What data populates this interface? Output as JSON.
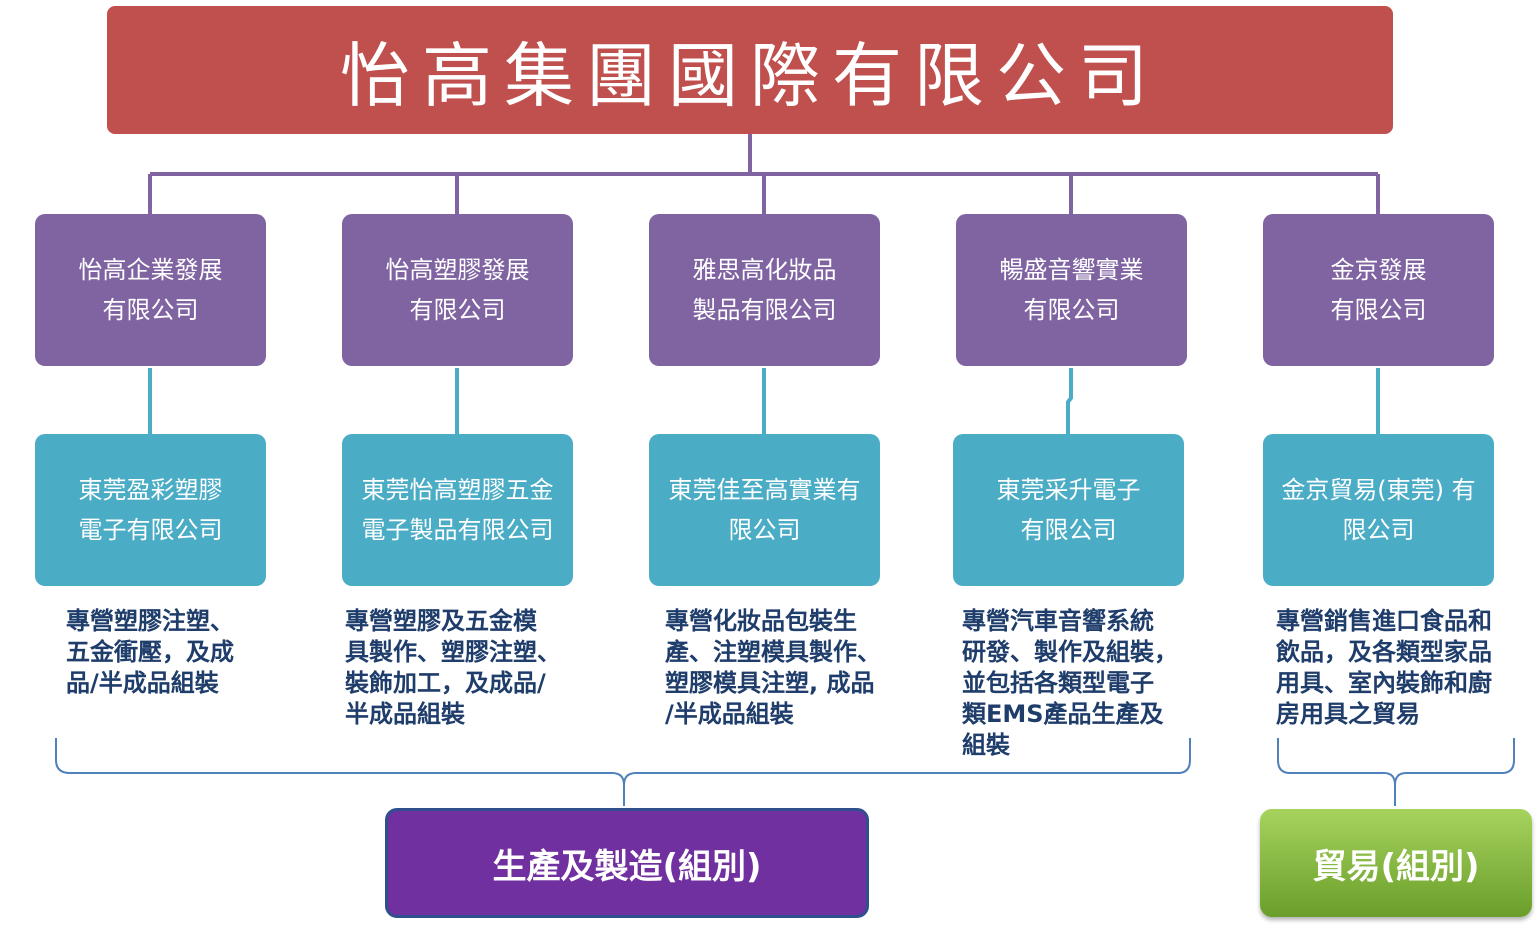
{
  "title": "怡高集團國際有限公司",
  "companies": [
    {
      "line1": "怡高企業發展",
      "line2": "有限公司"
    },
    {
      "line1": "怡高塑膠發展",
      "line2": "有限公司"
    },
    {
      "line1": "雅思高化妝品",
      "line2": "製品有限公司"
    },
    {
      "line1": "暢盛音響實業",
      "line2": "有限公司"
    },
    {
      "line1": "金京發展",
      "line2": "有限公司"
    }
  ],
  "subsidiaries": [
    {
      "line1": "東莞盈彩塑膠",
      "line2": "電子有限公司"
    },
    {
      "line1": "東莞怡高塑膠五金",
      "line2": "電子製品有限公司"
    },
    {
      "line1": "東莞佳至高實業有",
      "line2": "限公司"
    },
    {
      "line1": "東莞采升電子",
      "line2": "有限公司"
    },
    {
      "line1": "金京貿易(東莞) 有",
      "line2": "限公司"
    }
  ],
  "descriptions": [
    [
      "專營塑膠注塑、",
      "五金衝壓，及成",
      "品/半成品組裝"
    ],
    [
      "專營塑膠及五金模",
      "具製作、塑膠注塑、",
      "裝飾加工，及成品/",
      "半成品組裝"
    ],
    [
      "專營化妝品包裝生",
      "產、注塑模具製作、",
      "塑膠模具注塑, 成品",
      "/半成品組裝"
    ],
    [
      "專營汽車音響系統",
      "研發、製作及組裝，",
      "並包括各類型電子",
      "類EMS產品生產及",
      "組裝"
    ],
    [
      "專營銷售進口食品和",
      "飲品，及各類型家品",
      "用具、室內裝飾和廚",
      "房用具之貿易"
    ]
  ],
  "groups": {
    "production": "生產及製造(組別)",
    "trade": "貿易(組別)"
  },
  "colors": {
    "title_bg": "#c0504d",
    "company_bg": "#8064a2",
    "subsidiary_bg": "#4bacc6",
    "production_bg": "#7030a0",
    "trade_bg": "#8cc04a",
    "description_text": "#1f3d6b"
  }
}
